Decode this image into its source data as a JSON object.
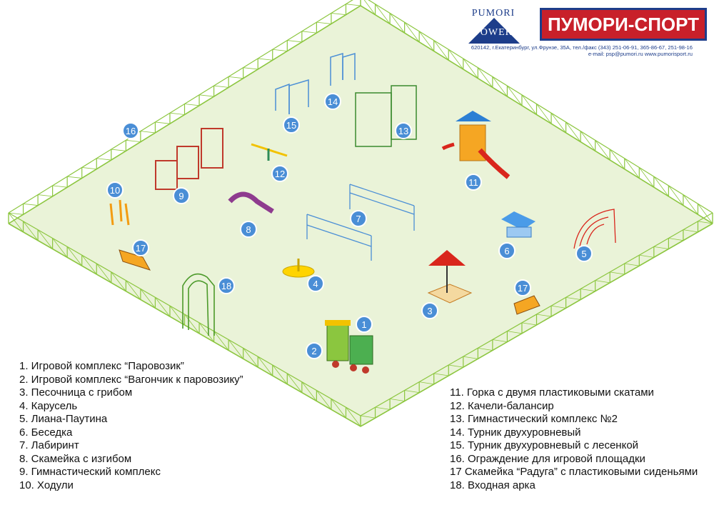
{
  "brand": {
    "small_logo_top": "PUMORI",
    "small_logo_bottom": "POWER",
    "name": "ПУМОРИ-СПОРТ",
    "address_line1": "620142, г.Екатеринбург, ул.Фрунзе, 35А, тел./факс (343) 251-06-91, 365-86-67, 251-98-16",
    "address_line2": "e-mail: psp@pumori.ru    www.pumorisport.ru",
    "colors": {
      "brand_red": "#c8202a",
      "brand_blue": "#1d3d8a",
      "marker_blue": "#4a8ed6",
      "lawn": "#eaf3d8",
      "fence": "#8cc63f"
    }
  },
  "markers": [
    {
      "id": "marker-1",
      "label": "1"
    },
    {
      "id": "marker-2",
      "label": "2"
    },
    {
      "id": "marker-3",
      "label": "3"
    },
    {
      "id": "marker-4",
      "label": "4"
    },
    {
      "id": "marker-5",
      "label": "5"
    },
    {
      "id": "marker-6",
      "label": "6"
    },
    {
      "id": "marker-7",
      "label": "7"
    },
    {
      "id": "marker-8",
      "label": "8"
    },
    {
      "id": "marker-9",
      "label": "9"
    },
    {
      "id": "marker-10",
      "label": "10"
    },
    {
      "id": "marker-11",
      "label": "11"
    },
    {
      "id": "marker-12",
      "label": "12"
    },
    {
      "id": "marker-13",
      "label": "13"
    },
    {
      "id": "marker-14",
      "label": "14"
    },
    {
      "id": "marker-15",
      "label": "15"
    },
    {
      "id": "marker-16",
      "label": "16"
    },
    {
      "id": "marker-17a",
      "label": "17"
    },
    {
      "id": "marker-17b",
      "label": "17"
    },
    {
      "id": "marker-18",
      "label": "18"
    }
  ],
  "legend": {
    "left": [
      "1. Игровой комплекс “Паровозик”",
      "2. Игровой комплекс “Вагончик к паровозику”",
      "3. Песочница с грибом",
      "4. Карусель",
      "5. Лиана-Паутина",
      "6. Беседка",
      "7. Лабиринт",
      "8. Скамейка с изгибом",
      "9. Гимнастический комплекс",
      "10. Ходули"
    ],
    "right": [
      "11. Горка с двумя пластиковыми скатами",
      "12. Качели-балансир",
      "13. Гимнастический комплекс №2",
      "14. Турник двухуровневый",
      "15. Турник двухуровневый с лесенкой",
      "16. Ограждение для игровой площадки",
      "17 Скамейка “Радуга” с пластиковыми сиденьями",
      "18. Входная арка"
    ]
  }
}
